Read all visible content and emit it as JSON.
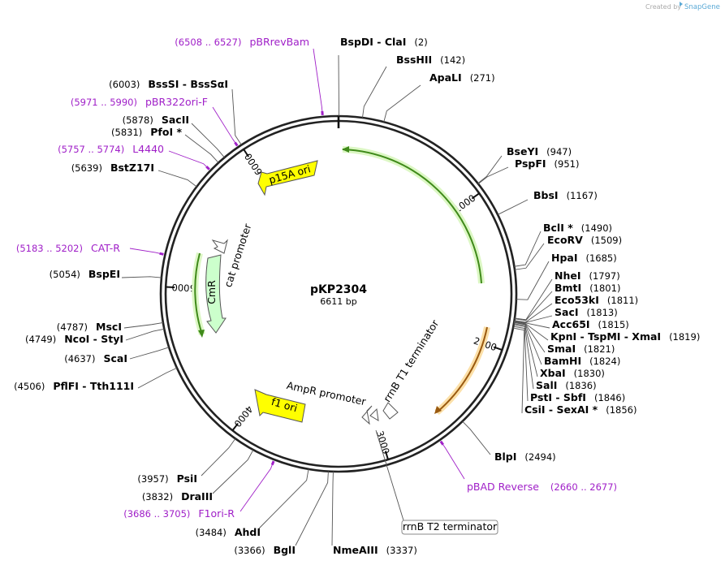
{
  "header": {
    "created_by": "Created by",
    "brand": "SnapGene"
  },
  "plasmid": {
    "name": "pKP2304",
    "size": "6611 bp",
    "length": 6611
  },
  "ticks": [
    {
      "pos": 1000,
      "label": "1000"
    },
    {
      "pos": 2000,
      "label": "2000"
    },
    {
      "pos": 3000,
      "label": "3000"
    },
    {
      "pos": 4000,
      "label": "4000"
    },
    {
      "pos": 5000,
      "label": "5000"
    },
    {
      "pos": 6000,
      "label": "6000"
    }
  ],
  "sites": [
    {
      "name": "BspDI - ClaI",
      "pos": "(2)",
      "bp": 2
    },
    {
      "name": "BssHII",
      "pos": "(142)",
      "bp": 142
    },
    {
      "name": "ApaLI",
      "pos": "(271)",
      "bp": 271
    },
    {
      "name": "BseYI",
      "pos": "(947)",
      "bp": 947
    },
    {
      "name": "PspFI",
      "pos": "(951)",
      "bp": 951
    },
    {
      "name": "BbsI",
      "pos": "(1167)",
      "bp": 1167
    },
    {
      "name": "BclI *",
      "pos": "(1490)",
      "bp": 1490
    },
    {
      "name": "EcoRV",
      "pos": "(1509)",
      "bp": 1509
    },
    {
      "name": "HpaI",
      "pos": "(1685)",
      "bp": 1685
    },
    {
      "name": "NheI",
      "pos": "(1797)",
      "bp": 1797
    },
    {
      "name": "BmtI",
      "pos": "(1801)",
      "bp": 1801
    },
    {
      "name": "Eco53kI",
      "pos": "(1811)",
      "bp": 1811
    },
    {
      "name": "SacI",
      "pos": "(1813)",
      "bp": 1813
    },
    {
      "name": "Acc65I",
      "pos": "(1815)",
      "bp": 1815
    },
    {
      "name": "KpnI - TspMI - XmaI",
      "pos": "(1819)",
      "bp": 1819
    },
    {
      "name": "SmaI",
      "pos": "(1821)",
      "bp": 1821
    },
    {
      "name": "BamHI",
      "pos": "(1824)",
      "bp": 1824
    },
    {
      "name": "XbaI",
      "pos": "(1830)",
      "bp": 1830
    },
    {
      "name": "SalI",
      "pos": "(1836)",
      "bp": 1836
    },
    {
      "name": "PstI - SbfI",
      "pos": "(1846)",
      "bp": 1846
    },
    {
      "name": "CsiI - SexAI *",
      "pos": "(1856)",
      "bp": 1856
    },
    {
      "name": "BlpI",
      "pos": "(2494)",
      "bp": 2494
    },
    {
      "name": "NmeAIII",
      "pos": "(3337)",
      "bp": 3337
    },
    {
      "name": "BglI",
      "pos": "(3366)",
      "bp": 3366
    },
    {
      "name": "AhdI",
      "pos": "(3484)",
      "bp": 3484
    },
    {
      "name": "DraIII",
      "pos": "(3832)",
      "bp": 3832
    },
    {
      "name": "PsiI",
      "pos": "(3957)",
      "bp": 3957
    },
    {
      "name": "PflFI - Tth111I",
      "pos": "(4506)",
      "bp": 4506
    },
    {
      "name": "ScaI",
      "pos": "(4637)",
      "bp": 4637
    },
    {
      "name": "NcoI - StyI",
      "pos": "(4749)",
      "bp": 4749
    },
    {
      "name": "MscI",
      "pos": "(4787)",
      "bp": 4787
    },
    {
      "name": "BspEI",
      "pos": "(5054)",
      "bp": 5054
    },
    {
      "name": "BstZ17I",
      "pos": "(5639)",
      "bp": 5639
    },
    {
      "name": "PfoI *",
      "pos": "(5831)",
      "bp": 5831
    },
    {
      "name": "SacII",
      "pos": "(5878)",
      "bp": 5878
    },
    {
      "name": "BssSI - BssSαI",
      "pos": "(6003)",
      "bp": 6003
    }
  ],
  "primers": [
    {
      "name": "pBRrevBam",
      "range": "(6508 .. 6527)",
      "bp": 6517
    },
    {
      "name": "pBR322ori-F",
      "range": "(5971 .. 5990)",
      "bp": 5980
    },
    {
      "name": "L4440",
      "range": "(5757 .. 5774)",
      "bp": 5765
    },
    {
      "name": "CAT-R",
      "range": "(5183 .. 5202)",
      "bp": 5192
    },
    {
      "name": "pBAD Reverse",
      "range": "(2660 .. 2677)",
      "bp": 2668
    },
    {
      "name": "F1ori-R",
      "range": "(3686 .. 3705)",
      "bp": 3695
    }
  ],
  "features": [
    {
      "name": "p15A ori",
      "color": "#ffff00"
    },
    {
      "name": "CmR",
      "color": "#ccffcc"
    },
    {
      "name": "cat promoter",
      "color": "#ffffff"
    },
    {
      "name": "f1 ori",
      "color": "#ffff00"
    },
    {
      "name": "AmpR promoter",
      "color": "#ffffff"
    },
    {
      "name": "rrnB T1 terminator",
      "color": "#ffffff"
    },
    {
      "name": "rrnB T2 terminator",
      "color": "#ffffff"
    }
  ],
  "colors": {
    "primer": "#a020c8",
    "gene_green": "#3f8a1a",
    "orange": "#e8a030"
  }
}
